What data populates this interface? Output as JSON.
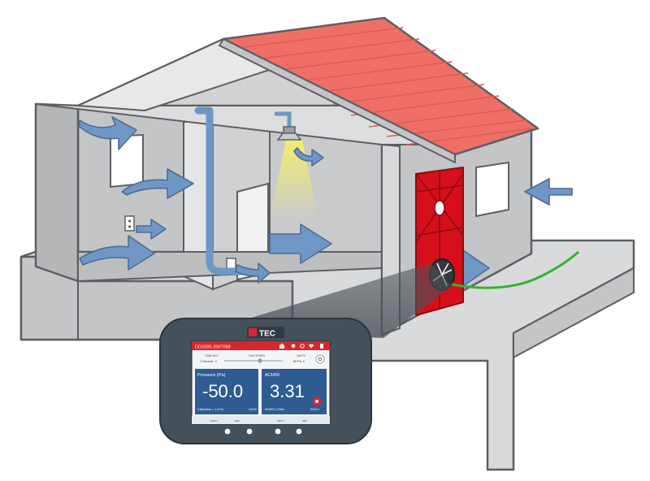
{
  "colors": {
    "roof": "#ef6f66",
    "wall": "#c4c5c7",
    "wall_dark": "#a9aaac",
    "floor": "#d9dadb",
    "outline": "#5d5f62",
    "arrow": "#6f97c6",
    "door": "#d5101b",
    "hose": "#35b233",
    "device_body": "#44505a",
    "device_header": "#d7262d",
    "tile": "#2f5b93"
  },
  "device": {
    "brand_prefix": "",
    "brand_name": "TEC",
    "screen": {
      "device_id": "DG1000-2007068",
      "time_avg_label": "TIME AVG",
      "time_avg_value": "1 Second",
      "fan_speed_label": "FAN SPEED",
      "units_label": "UNITS",
      "units_value": "50 Pa",
      "pressure_label": "Pressure (Pa)",
      "pressure_value": "-50.0",
      "ach_label": "ACH50",
      "ach_value": "3.31",
      "calibration_text": "Calibration = 1.3 Pa",
      "left_corner_text": "10,000",
      "model_label": "MODEL 3 FAN",
      "ring_label": "RING A",
      "bottom_tabs": [
        "INPUT",
        "REF",
        "INPUT",
        "REF"
      ]
    },
    "buttons": [
      "button-1",
      "button-2",
      "button-3",
      "button-4"
    ]
  }
}
